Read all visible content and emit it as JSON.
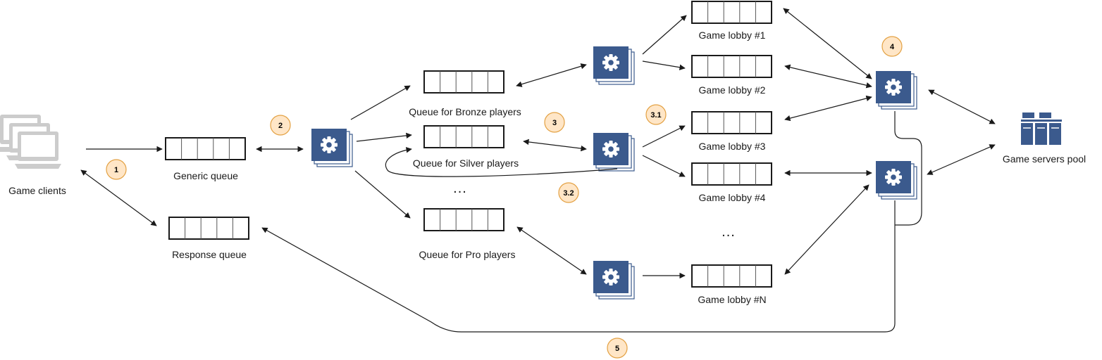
{
  "labels": {
    "clients": "Game clients",
    "generic_queue": "Generic queue",
    "response_queue": "Response queue",
    "bronze": "Queue for Bronze players",
    "silver": "Queue for Silver players",
    "pro": "Queue for Pro players",
    "lobby1": "Game lobby #1",
    "lobby2": "Game lobby #2",
    "lobby3": "Game lobby #3",
    "lobby4": "Game lobby #4",
    "lobbyN": "Game lobby #N",
    "pool": "Game servers pool",
    "ellipsis_queues": "...",
    "ellipsis_lobbies": "..."
  },
  "badges": {
    "b1": "1",
    "b2": "2",
    "b3": "3",
    "b31": "3.1",
    "b32": "3.2",
    "b4": "4",
    "b5": "5"
  },
  "colors": {
    "service_blue": "#3b5a8d",
    "badge_fill": "#ffe6c7",
    "badge_stroke": "#e3a143",
    "client_gray": "#cccccc",
    "line": "#1a1a1a"
  },
  "icons": {
    "service": "gear-icon",
    "clients": "computer-stack-icon",
    "pool": "server-rack-icon"
  }
}
